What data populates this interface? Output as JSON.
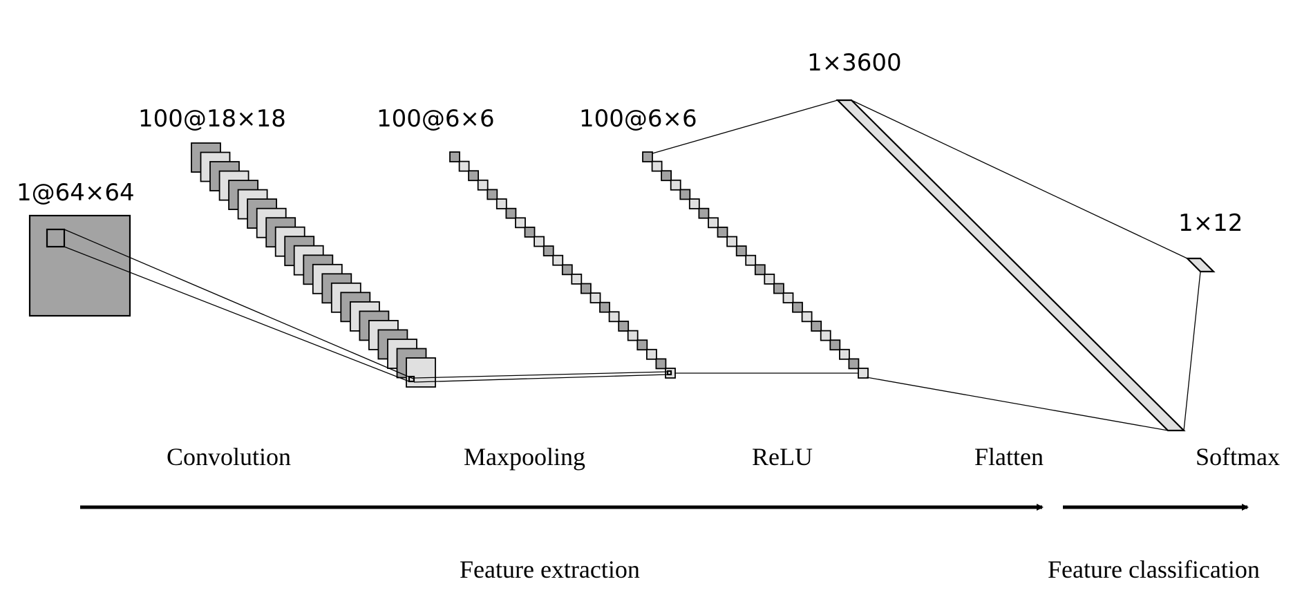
{
  "colors": {
    "dark_fill": "#a3a3a3",
    "light_fill": "#e0e0e0",
    "stroke": "#000000",
    "background": "#ffffff"
  },
  "layers": {
    "input": {
      "shape": "1@64×64"
    },
    "conv": {
      "shape": "100@18×18"
    },
    "pool": {
      "shape": "100@6×6"
    },
    "relu": {
      "shape": "100@6×6"
    },
    "flatten": {
      "shape": "1×3600"
    },
    "softmax": {
      "shape": "1×12"
    }
  },
  "stages": {
    "convolution": "Convolution",
    "maxpooling": "Maxpooling",
    "relu": "ReLU",
    "flatten": "Flatten",
    "softmax": "Softmax"
  },
  "groups": {
    "feature_extraction": "Feature extraction",
    "feature_classification": "Feature classification"
  }
}
